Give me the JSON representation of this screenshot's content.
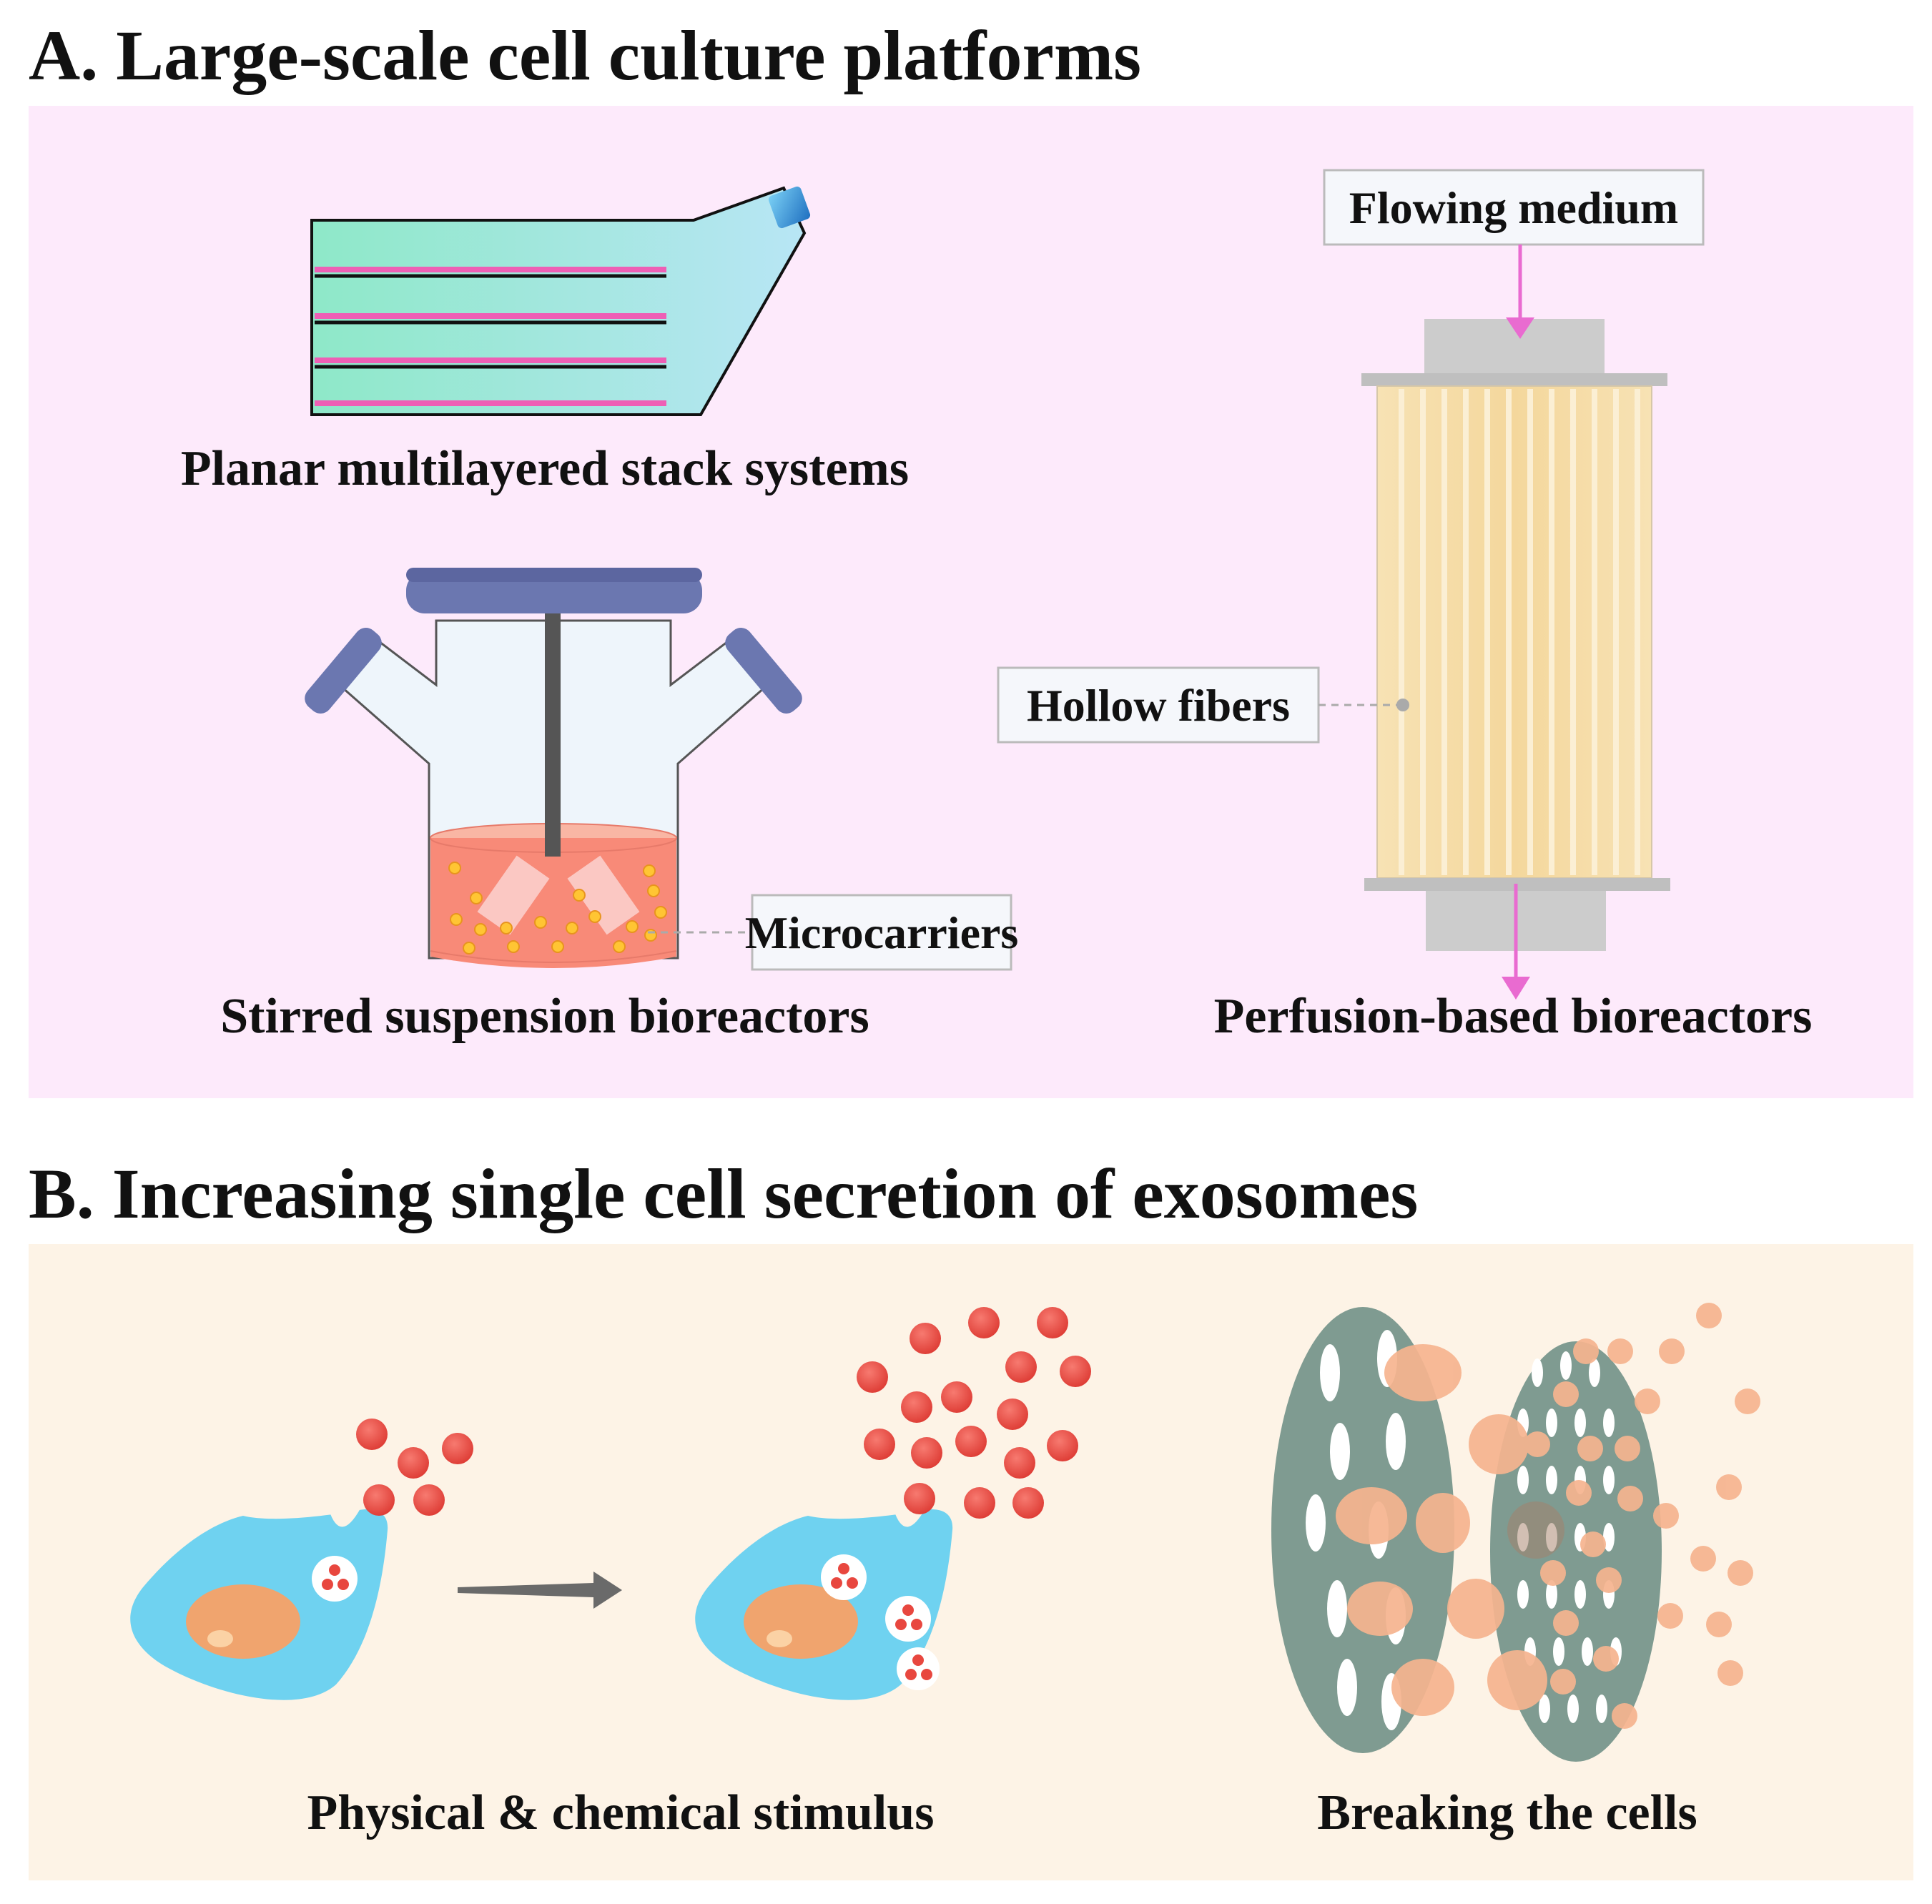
{
  "section_a": {
    "heading": "A. Large-scale cell culture platforms",
    "panel_color": "#fdeafb",
    "planar_label": "Planar multilayered stack systems",
    "stirred_label": "Stirred suspension bioreactors",
    "perfusion_label": "Perfusion-based bioreactors",
    "microcarriers_label": "Microcarriers",
    "hollow_fibers_label": "Hollow fibers",
    "flowing_medium_label": "Flowing medium"
  },
  "section_b": {
    "heading": "B. Increasing single cell secretion of exosomes",
    "panel_color": "#fdf3e6",
    "stimulus_label": "Physical & chemical stimulus",
    "breaking_label": "Breaking the cells"
  },
  "colors": {
    "flow_arrow": "#e96bd0",
    "cell_body": "#6fd2f0",
    "nucleus": "#f0a46e",
    "exosome": "#e8473f",
    "membrane": "#7f9b91",
    "fragment": "#f6b48f",
    "bioreactor_cap": "#6b77b0",
    "culture_medium": "#f88a78"
  },
  "icons": [
    "culture-flask-icon",
    "stirred-bioreactor-icon",
    "hollow-fiber-cartridge-icon",
    "cell-icon",
    "exosome-icon",
    "broken-membrane-icon"
  ]
}
